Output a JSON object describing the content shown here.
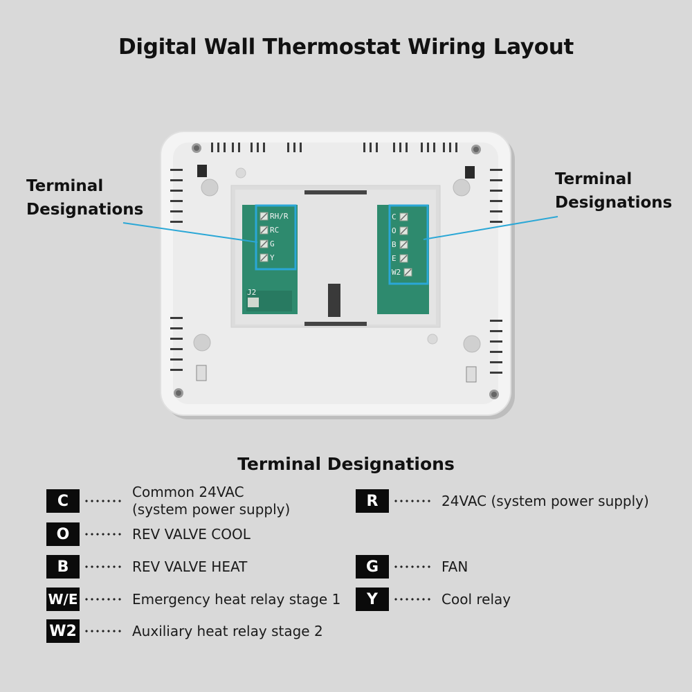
{
  "title": "Digital Wall Thermostat Wiring Layout",
  "callouts": {
    "left": [
      "Terminal",
      "Designations"
    ],
    "right": [
      "Terminal",
      "Designations"
    ]
  },
  "board": {
    "left_terminals": [
      "RH/R",
      "RC",
      "G",
      "Y"
    ],
    "right_terminals": [
      "C",
      "O",
      "B",
      "E",
      "W2"
    ],
    "connector_label": "J2"
  },
  "colors": {
    "background": "#d9d9d9",
    "housing": "#f3f3f3",
    "pcb": "#2e8a6e",
    "highlight": "#2aa7d6",
    "badge": "#0b0b0b"
  },
  "legend": {
    "title": "Terminal Designations",
    "left": [
      {
        "code": "C",
        "desc": [
          "Common 24VAC",
          "(system power supply)"
        ]
      },
      {
        "code": "O",
        "desc": [
          "REV VALVE COOL"
        ]
      },
      {
        "code": "B",
        "desc": [
          "REV VALVE HEAT"
        ]
      },
      {
        "code": "W/E",
        "desc": [
          "Emergency heat relay stage 1"
        ]
      },
      {
        "code": "W2",
        "desc": [
          "Auxiliary heat relay stage 2"
        ]
      }
    ],
    "right": [
      {
        "code": "R",
        "desc": [
          "24VAC (system power supply)"
        ]
      },
      {
        "code": "G",
        "desc": [
          "FAN"
        ]
      },
      {
        "code": "Y",
        "desc": [
          "Cool relay"
        ]
      }
    ]
  }
}
